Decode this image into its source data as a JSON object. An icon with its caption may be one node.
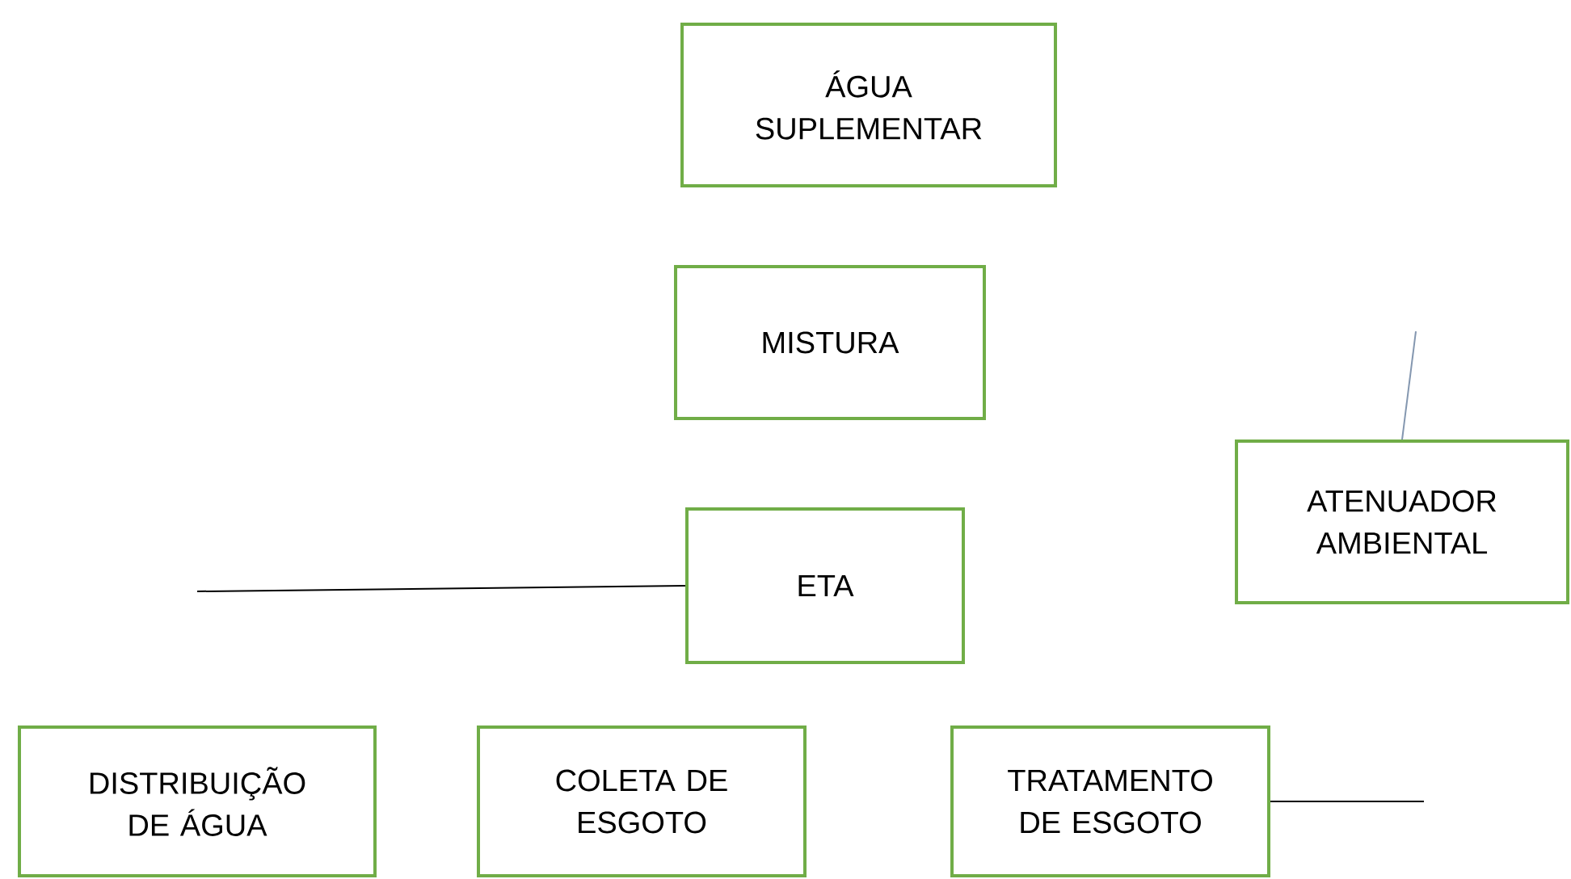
{
  "diagram": {
    "nodes": [
      {
        "text": [
          "ÁGUA SUPLEMENTAR"
        ]
      },
      {
        "text": [
          "MISTURA"
        ]
      },
      {
        "text": [
          "ATENUADOR AMBIENTAL"
        ]
      },
      {
        "text": [
          "ETA"
        ]
      },
      {
        "text": [
          "DISTRIBUIÇÃO DE ÁGUA"
        ]
      },
      {
        "text": [
          "COLETA DE ESGOTO"
        ]
      },
      {
        "text": [
          "TRATAMENTO DE ESGOTO"
        ]
      }
    ],
    "edges": [
      {
        "from": null,
        "to": 2,
        "arrow": "none",
        "color": "#8497b0"
      },
      {
        "from": null,
        "to": 3,
        "arrow": "none"
      },
      {
        "from": 6,
        "to": null,
        "arrow": "none"
      }
    ]
  }
}
